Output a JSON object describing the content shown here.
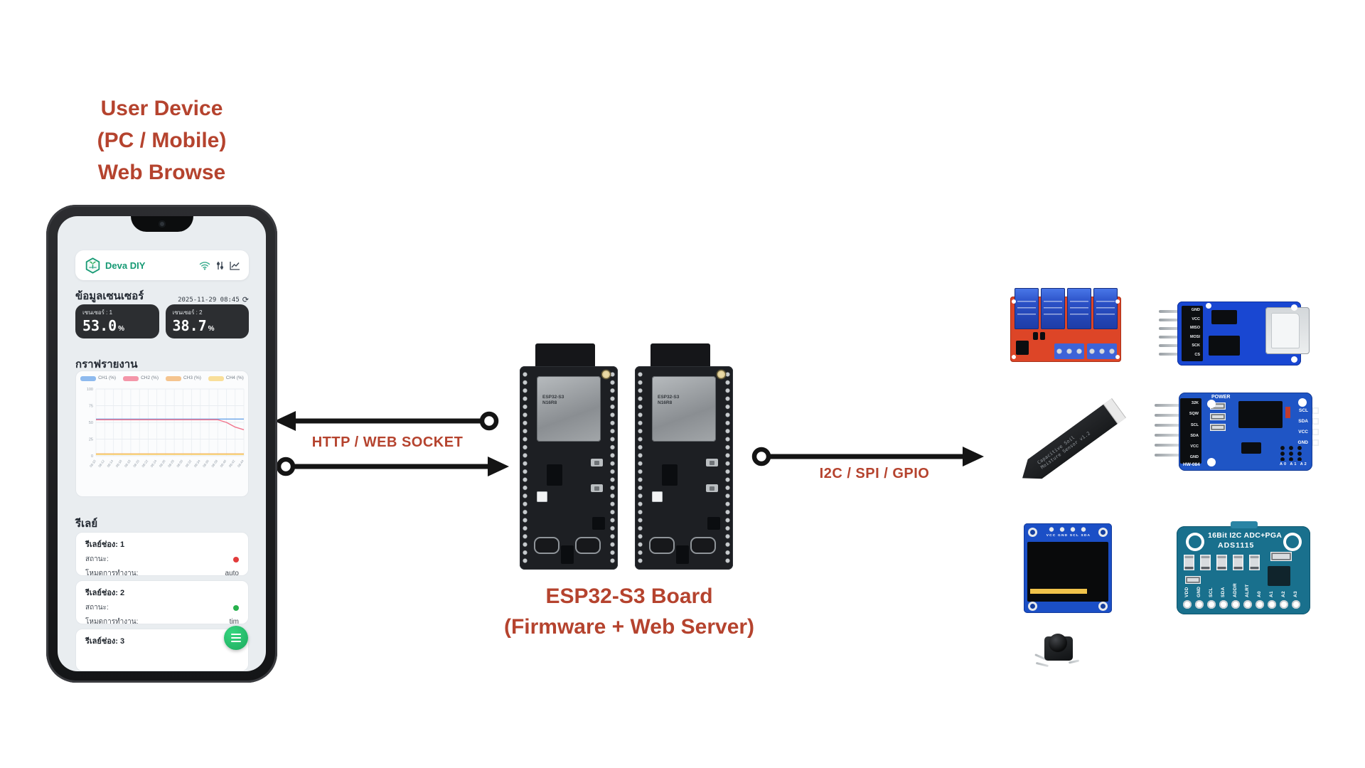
{
  "title_block": {
    "line1": "User Device",
    "line2": "(PC / Mobile)",
    "line3": "Web Browse"
  },
  "labels": {
    "http": "HTTP / WEB SOCKET",
    "i2c": "I2C / SPI / GPIO",
    "esp_line1": "ESP32-S3 Board",
    "esp_line2": "(Firmware + Web Server)"
  },
  "colors": {
    "accent": "#b5432e",
    "arrow": "#141414",
    "brand_teal": "#169a74",
    "fab_green": "#25c06d",
    "status_on": "#27b14c",
    "status_off": "#e23b3b"
  },
  "phone": {
    "app_name": "Deva DIY",
    "sensor_heading": "ข้อมูลเซนเซอร์",
    "timestamp": "2025-11-29 08:45",
    "refresh_glyph": "⟳",
    "sensor_cards": [
      {
        "label": "เซนเซอร์ : 1",
        "value": "53.0",
        "unit": "%"
      },
      {
        "label": "เซนเซอร์ : 2",
        "value": "38.7",
        "unit": "%"
      }
    ],
    "graph_heading": "กราฟรายงาน",
    "relay_heading": "รีเลย์",
    "relay_cards": [
      {
        "title": "รีเลย์ช่อง: 1",
        "status_label": "สถานะ:",
        "status_color": "#e23b3b",
        "mode_label": "โหมดการทำงาน:",
        "mode_value": "auto"
      },
      {
        "title": "รีเลย์ช่อง: 2",
        "status_label": "สถานะ:",
        "status_color": "#27b14c",
        "mode_label": "โหมดการทำงาน:",
        "mode_value": "tim"
      },
      {
        "title": "รีเลย์ช่อง: 3"
      }
    ]
  },
  "chart_data": {
    "type": "line",
    "title": "กราฟรายงาน",
    "x": [
      "08:10",
      "08:12",
      "08:14",
      "08:16",
      "08:18",
      "08:20",
      "08:22",
      "08:24",
      "08:26",
      "08:28",
      "08:30",
      "08:32",
      "08:34",
      "08:36",
      "08:38",
      "08:40",
      "08:42",
      "08:44"
    ],
    "series": [
      {
        "name": "CH1 (%)",
        "color": "#6aa4e8",
        "values": [
          55,
          55,
          55,
          55,
          55,
          55,
          55,
          55,
          55,
          55,
          55,
          55,
          55,
          55,
          55,
          55,
          55,
          55
        ]
      },
      {
        "name": "CH2 (%)",
        "color": "#f2748c",
        "values": [
          54,
          54,
          54,
          54,
          54,
          54,
          54,
          54,
          54,
          54,
          54,
          54,
          54,
          54,
          54,
          50,
          43,
          39
        ]
      },
      {
        "name": "CH3 (%)",
        "color": "#f3b269",
        "values": [
          3,
          3,
          3,
          3,
          3,
          3,
          3,
          3,
          3,
          3,
          3,
          3,
          3,
          3,
          3,
          3,
          3,
          3
        ]
      },
      {
        "name": "CH4 (%)",
        "color": "#f8d678",
        "values": [
          2,
          2,
          2,
          2,
          2,
          2,
          2,
          2,
          2,
          2,
          2,
          2,
          2,
          2,
          2,
          2,
          2,
          2
        ]
      }
    ],
    "ylim": [
      0,
      100
    ],
    "yticks": [
      0,
      25,
      50,
      75,
      100
    ],
    "grid": true,
    "legend_position": "top"
  },
  "esp32": {
    "shield_line1": "ESP32-S3",
    "shield_line2": "N16R8"
  },
  "components": {
    "sd": {
      "pins": [
        "GND",
        "VCC",
        "MISO",
        "MOSI",
        "SCK",
        "CS"
      ]
    },
    "soil": {
      "line1": "Capacitive Soil",
      "line2": "Moisture Sensor v1.2"
    },
    "rtc": {
      "top_label": "POWER",
      "left_pins": [
        "32K",
        "SQW",
        "SCL",
        "SDA",
        "VCC",
        "GND"
      ],
      "right_pins": [
        "SCL",
        "SDA",
        "VCC",
        "GND"
      ],
      "board_id": "HW-084",
      "addr_labels": "A0 A1 A2"
    },
    "oled": {
      "pins_label": "VCC GND SCL SDA"
    },
    "ads1115": {
      "title": "16Bit I2C ADC+PGA",
      "chip": "ADS1115",
      "pins": [
        "VDD",
        "GND",
        "SCL",
        "SDA",
        "ADDR",
        "ALRT",
        "A0",
        "A1",
        "A2",
        "A3"
      ]
    }
  }
}
